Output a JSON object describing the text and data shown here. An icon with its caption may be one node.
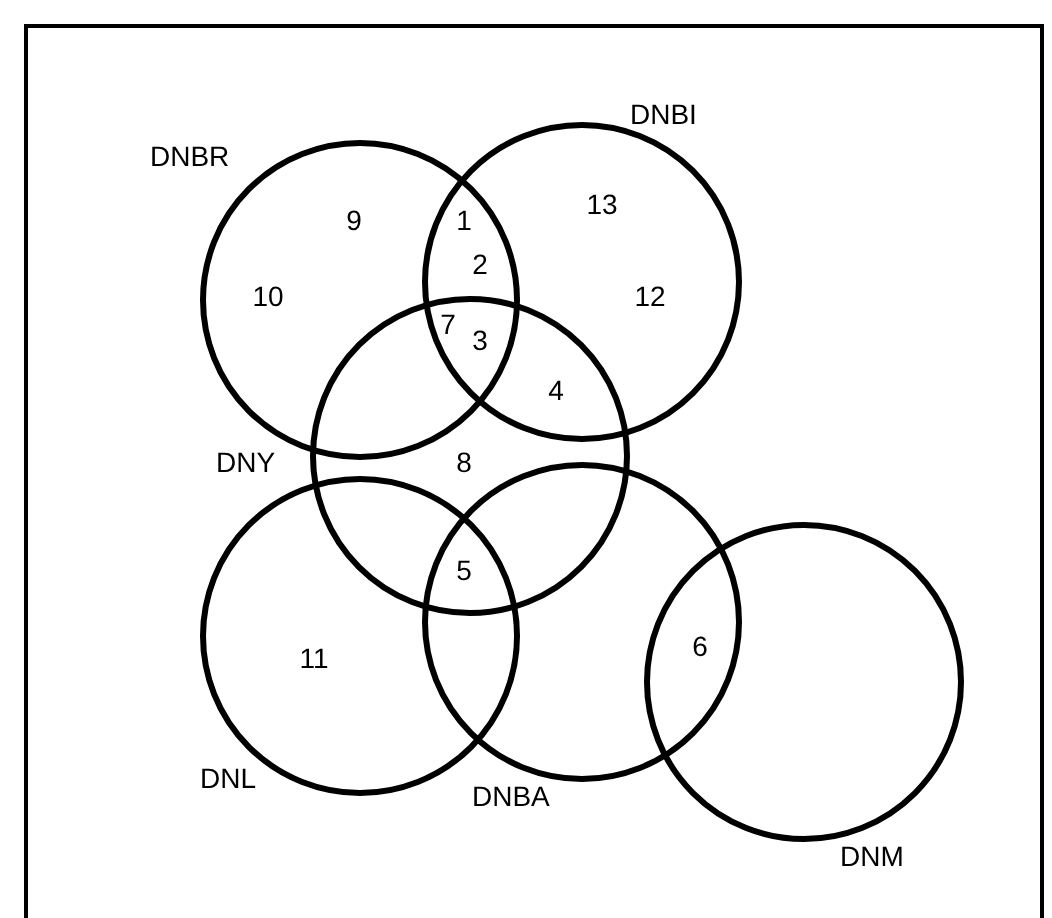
{
  "diagram": {
    "nodes": [
      {
        "text": [
          "DNBR"
        ]
      },
      {
        "text": [
          "DNBI"
        ]
      },
      {
        "text": [
          "DNY"
        ]
      },
      {
        "text": [
          "DNL"
        ]
      },
      {
        "text": [
          "DNBA"
        ]
      },
      {
        "text": [
          "DNM"
        ]
      }
    ],
    "labels": [
      "9",
      "1",
      "13",
      "10",
      "2",
      "12",
      "7",
      "3",
      "4",
      "8",
      "5",
      "11",
      "6"
    ]
  }
}
